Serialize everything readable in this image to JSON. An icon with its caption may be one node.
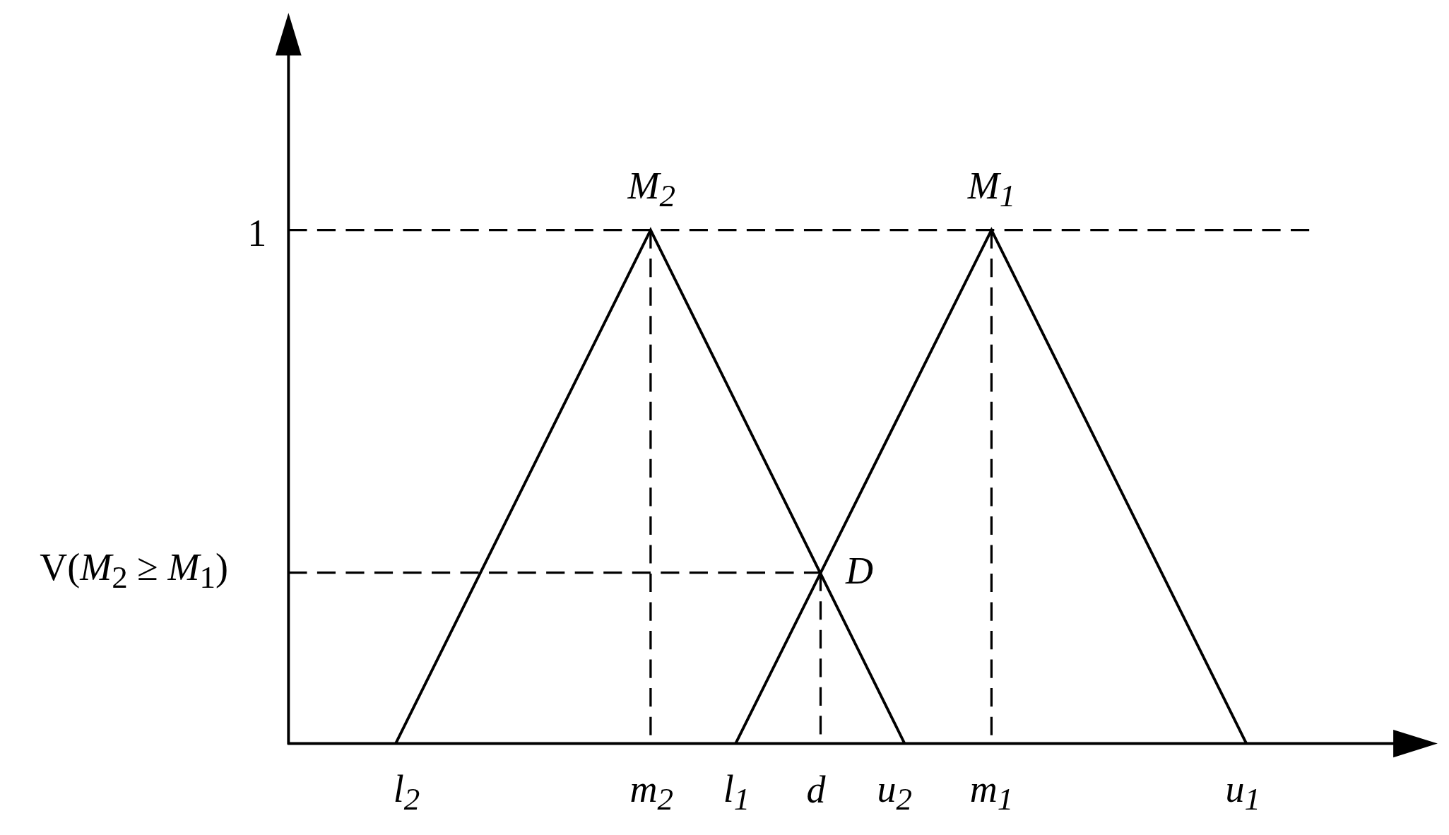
{
  "diagram": {
    "labels": [
      "1",
      "M$_{2}$",
      "M$_{1}$",
      "V(*M*$_{2}$ ≥ *M*$_{1}$)",
      "D",
      "l$_{2}$",
      "m$_{2}$",
      "l$_{1}$",
      "d",
      "u$_{2}$",
      "m$_{1}$",
      "u$_{1}$"
    ]
  }
}
